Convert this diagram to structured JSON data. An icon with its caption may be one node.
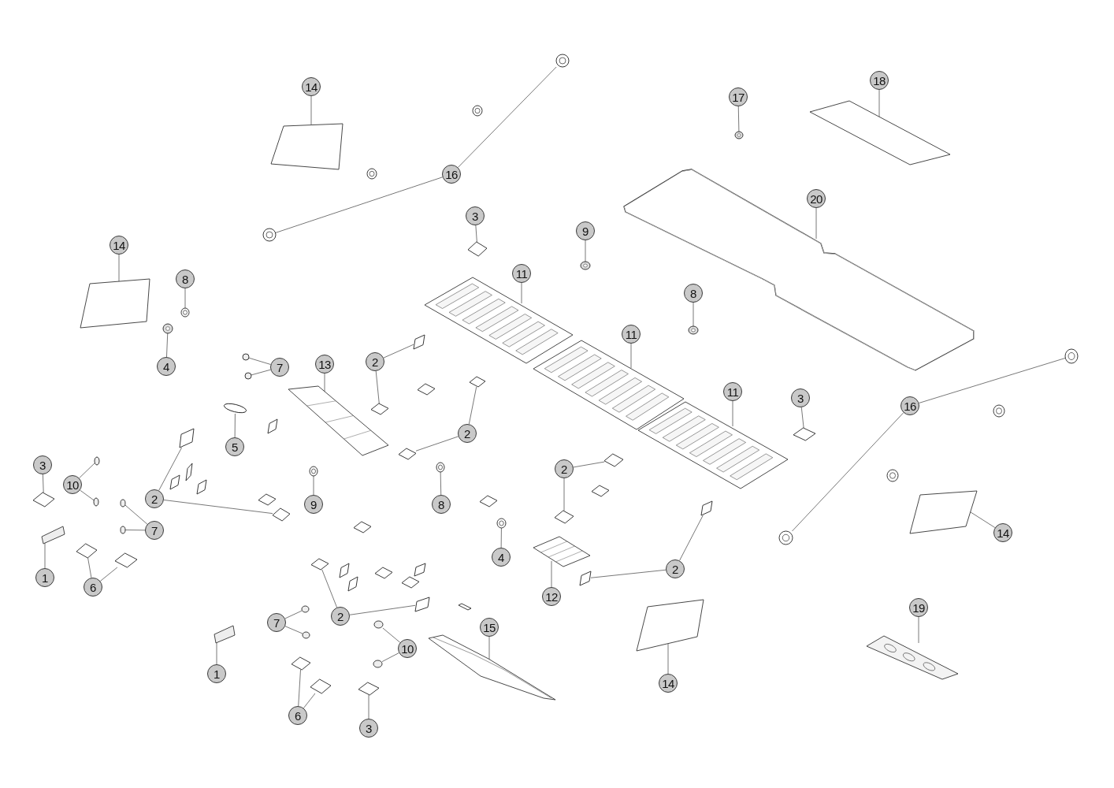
{
  "diagram": {
    "nodes": [
      {
        "text": [
          "14"
        ]
      },
      {
        "text": [],
        "shape": "picture"
      },
      {
        "text": [
          "16"
        ]
      },
      {
        "text": [],
        "shape": "circle"
      },
      {
        "text": [],
        "shape": "circle"
      },
      {
        "text": [
          "17"
        ]
      },
      {
        "text": [],
        "shape": "circle"
      },
      {
        "text": [
          "18"
        ]
      },
      {
        "text": [],
        "shape": "picture"
      },
      {
        "text": [
          "20"
        ]
      },
      {
        "text": [],
        "shape": "picture"
      },
      {
        "text": [
          "14"
        ]
      },
      {
        "text": [],
        "shape": "picture"
      },
      {
        "text": [
          "8"
        ]
      },
      {
        "text": [],
        "shape": "circle"
      },
      {
        "text": [
          "4"
        ]
      },
      {
        "text": [],
        "shape": "circle"
      },
      {
        "text": [
          "3"
        ]
      },
      {
        "text": [],
        "shape": "diamond"
      },
      {
        "text": [
          "9"
        ]
      },
      {
        "text": [],
        "shape": "circle"
      },
      {
        "text": [
          "11"
        ]
      },
      {
        "text": [],
        "shape": "picture"
      },
      {
        "text": [
          "11"
        ]
      },
      {
        "text": [],
        "shape": "picture"
      },
      {
        "text": [
          "11"
        ]
      },
      {
        "text": [],
        "shape": "picture"
      },
      {
        "text": [
          "8"
        ]
      },
      {
        "text": [],
        "shape": "circle"
      },
      {
        "text": [
          "3"
        ]
      },
      {
        "text": [],
        "shape": "diamond"
      },
      {
        "text": [
          "16"
        ]
      },
      {
        "text": [],
        "shape": "circle"
      },
      {
        "text": [],
        "shape": "circle"
      },
      {
        "text": [
          "14"
        ]
      },
      {
        "text": [],
        "shape": "picture"
      },
      {
        "text": [
          "19"
        ]
      },
      {
        "text": [],
        "shape": "picture"
      },
      {
        "text": [
          "7"
        ]
      },
      {
        "text": [],
        "shape": "circle"
      },
      {
        "text": [],
        "shape": "circle"
      },
      {
        "text": [
          "13"
        ]
      },
      {
        "text": [],
        "shape": "picture"
      },
      {
        "text": [
          "2"
        ]
      },
      {
        "text": [],
        "shape": "box"
      },
      {
        "text": [],
        "shape": "diamond"
      },
      {
        "text": [
          "5"
        ]
      },
      {
        "text": [],
        "shape": "circle"
      },
      {
        "text": [
          "2"
        ]
      },
      {
        "text": [],
        "shape": "diamond"
      },
      {
        "text": [],
        "shape": "diamond"
      },
      {
        "text": [
          "3"
        ]
      },
      {
        "text": [],
        "shape": "diamond"
      },
      {
        "text": [
          "10"
        ]
      },
      {
        "text": [],
        "shape": "circle"
      },
      {
        "text": [],
        "shape": "circle"
      },
      {
        "text": [
          "2"
        ]
      },
      {
        "text": [],
        "shape": "box"
      },
      {
        "text": [],
        "shape": "diamond"
      },
      {
        "text": [
          "7"
        ]
      },
      {
        "text": [],
        "shape": "circle"
      },
      {
        "text": [],
        "shape": "circle"
      },
      {
        "text": [
          "9"
        ]
      },
      {
        "text": [],
        "shape": "circle"
      },
      {
        "text": [
          "8"
        ]
      },
      {
        "text": [],
        "shape": "circle"
      },
      {
        "text": [
          "1"
        ]
      },
      {
        "text": [],
        "shape": "picture"
      },
      {
        "text": [
          "6"
        ]
      },
      {
        "text": [],
        "shape": "diamond"
      },
      {
        "text": [],
        "shape": "diamond"
      },
      {
        "text": [
          "4"
        ]
      },
      {
        "text": [],
        "shape": "circle"
      },
      {
        "text": [
          "2"
        ]
      },
      {
        "text": [],
        "shape": "diamond"
      },
      {
        "text": [],
        "shape": "diamond"
      },
      {
        "text": [
          "12"
        ]
      },
      {
        "text": [],
        "shape": "picture"
      },
      {
        "text": [
          "2"
        ]
      },
      {
        "text": [],
        "shape": "box"
      },
      {
        "text": [],
        "shape": "box"
      },
      {
        "text": [
          "2"
        ]
      },
      {
        "text": [],
        "shape": "diamond"
      },
      {
        "text": [],
        "shape": "box"
      },
      {
        "text": [
          "7"
        ]
      },
      {
        "text": [],
        "shape": "circle"
      },
      {
        "text": [],
        "shape": "circle"
      },
      {
        "text": [
          "15"
        ]
      },
      {
        "text": [],
        "shape": "picture"
      },
      {
        "text": [
          "10"
        ]
      },
      {
        "text": [],
        "shape": "circle"
      },
      {
        "text": [],
        "shape": "circle"
      },
      {
        "text": [
          "1"
        ]
      },
      {
        "text": [],
        "shape": "picture"
      },
      {
        "text": [
          "6"
        ]
      },
      {
        "text": [],
        "shape": "diamond"
      },
      {
        "text": [],
        "shape": "diamond"
      },
      {
        "text": [
          "3"
        ]
      },
      {
        "text": [],
        "shape": "diamond"
      },
      {
        "text": [
          "14"
        ]
      },
      {
        "text": [],
        "shape": "picture"
      }
    ],
    "edges": [
      {
        "from": 0,
        "to": 1,
        "arrow": "none"
      },
      {
        "from": 2,
        "to": 3,
        "arrow": "none"
      },
      {
        "from": 2,
        "to": 4,
        "arrow": "none"
      },
      {
        "from": 5,
        "to": 6,
        "arrow": "none"
      },
      {
        "from": 7,
        "to": 8,
        "arrow": "none"
      },
      {
        "from": 9,
        "to": 10,
        "arrow": "none"
      },
      {
        "from": 11,
        "to": 12,
        "arrow": "none"
      },
      {
        "from": 13,
        "to": 14,
        "arrow": "none"
      },
      {
        "from": 15,
        "to": 16,
        "arrow": "none"
      },
      {
        "from": 17,
        "to": 18,
        "arrow": "none"
      },
      {
        "from": 19,
        "to": 20,
        "arrow": "none"
      },
      {
        "from": 21,
        "to": 22,
        "arrow": "none"
      },
      {
        "from": 23,
        "to": 24,
        "arrow": "none"
      },
      {
        "from": 25,
        "to": 26,
        "arrow": "none"
      },
      {
        "from": 27,
        "to": 28,
        "arrow": "none"
      },
      {
        "from": 29,
        "to": 30,
        "arrow": "none"
      },
      {
        "from": 31,
        "to": 32,
        "arrow": "none"
      },
      {
        "from": 31,
        "to": 33,
        "arrow": "none"
      },
      {
        "from": 34,
        "to": 35,
        "arrow": "none"
      },
      {
        "from": 36,
        "to": 37,
        "arrow": "none"
      },
      {
        "from": 38,
        "to": 39,
        "arrow": "none"
      },
      {
        "from": 38,
        "to": 40,
        "arrow": "none"
      },
      {
        "from": 41,
        "to": 42,
        "arrow": "none"
      },
      {
        "from": 43,
        "to": 44,
        "arrow": "none"
      },
      {
        "from": 43,
        "to": 45,
        "arrow": "none"
      },
      {
        "from": 46,
        "to": 47,
        "arrow": "none"
      },
      {
        "from": 48,
        "to": 49,
        "arrow": "none"
      },
      {
        "from": 48,
        "to": 50,
        "arrow": "none"
      },
      {
        "from": 51,
        "to": 52,
        "arrow": "none"
      },
      {
        "from": 53,
        "to": 54,
        "arrow": "none"
      },
      {
        "from": 53,
        "to": 55,
        "arrow": "none"
      },
      {
        "from": 56,
        "to": 57,
        "arrow": "none"
      },
      {
        "from": 56,
        "to": 58,
        "arrow": "none"
      },
      {
        "from": 59,
        "to": 60,
        "arrow": "none"
      },
      {
        "from": 59,
        "to": 61,
        "arrow": "none"
      },
      {
        "from": 62,
        "to": 63,
        "arrow": "none"
      },
      {
        "from": 64,
        "to": 65,
        "arrow": "none"
      },
      {
        "from": 66,
        "to": 67,
        "arrow": "none"
      },
      {
        "from": 68,
        "to": 69,
        "arrow": "none"
      },
      {
        "from": 68,
        "to": 70,
        "arrow": "none"
      },
      {
        "from": 71,
        "to": 72,
        "arrow": "none"
      },
      {
        "from": 73,
        "to": 74,
        "arrow": "none"
      },
      {
        "from": 73,
        "to": 75,
        "arrow": "none"
      },
      {
        "from": 76,
        "to": 77,
        "arrow": "none"
      },
      {
        "from": 78,
        "to": 79,
        "arrow": "none"
      },
      {
        "from": 78,
        "to": 80,
        "arrow": "none"
      },
      {
        "from": 81,
        "to": 82,
        "arrow": "none"
      },
      {
        "from": 81,
        "to": 83,
        "arrow": "none"
      },
      {
        "from": 84,
        "to": 85,
        "arrow": "none"
      },
      {
        "from": 84,
        "to": 86,
        "arrow": "none"
      },
      {
        "from": 87,
        "to": 88,
        "arrow": "none"
      },
      {
        "from": 89,
        "to": 90,
        "arrow": "none"
      },
      {
        "from": 89,
        "to": 91,
        "arrow": "none"
      },
      {
        "from": 92,
        "to": 93,
        "arrow": "none"
      },
      {
        "from": 94,
        "to": 95,
        "arrow": "none"
      },
      {
        "from": 94,
        "to": 96,
        "arrow": "none"
      },
      {
        "from": 97,
        "to": 98,
        "arrow": "none"
      },
      {
        "from": 99,
        "to": 100,
        "arrow": "none"
      }
    ]
  }
}
